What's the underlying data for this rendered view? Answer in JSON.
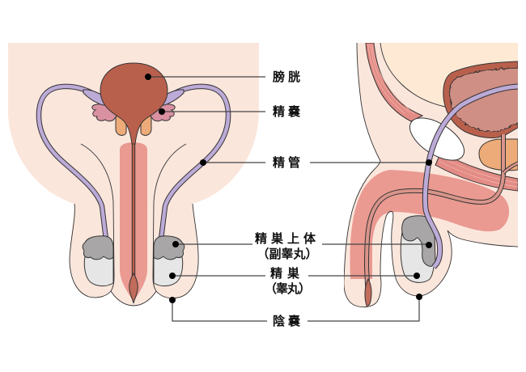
{
  "annotations": {
    "bladder": {
      "label": "膀胱"
    },
    "seminal_vesicle": {
      "label": "精嚢"
    },
    "vas_deferens": {
      "label": "精管"
    },
    "epididymis": {
      "label": "精巣上体",
      "alt_label": "（副睾丸）"
    },
    "testis": {
      "label": "精巣",
      "alt_label": "（睾丸）"
    },
    "scrotum": {
      "label": "陰嚢"
    }
  },
  "colors": {
    "skin": "#fbe6dc",
    "abdominal_cavity": "#fde9d4",
    "bladder": "#b9604d",
    "bladder_mucosa": "#cf8f85",
    "prostate": "#ecab78",
    "seminal_vesicle": "#d991a2",
    "vas_deferens": "#bcaad7",
    "corpus": "#ea9a91",
    "glans_urethra": "#c26c5c",
    "muscle": "#e38c86",
    "muscle_stripe": "#f3b8ae",
    "epididymis": "#a8a6a6",
    "testis": "#e6e6e6",
    "pubic_symphysis": "#ffffff",
    "outline": "#333333",
    "leader_line": "#444444",
    "marker_dot": "#000000"
  }
}
